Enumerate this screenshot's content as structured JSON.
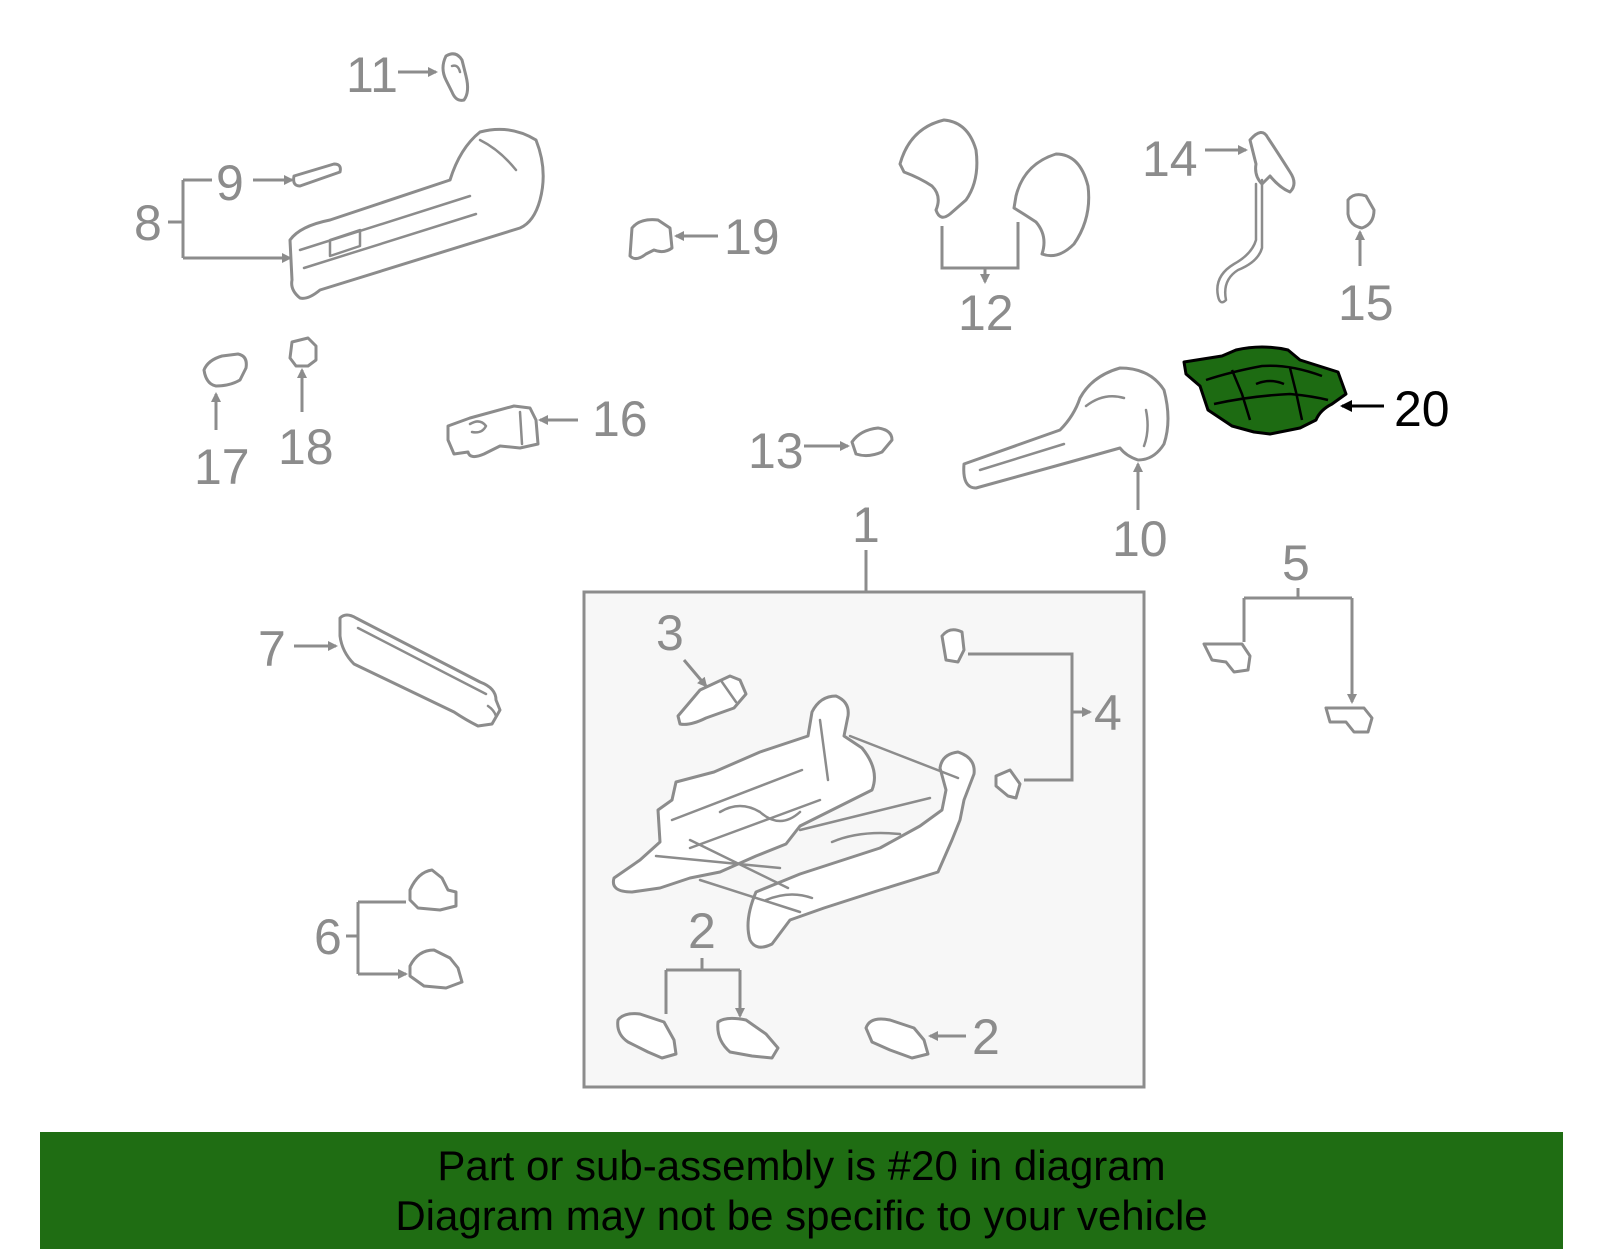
{
  "callouts": {
    "c1": "1",
    "c2a": "2",
    "c2b": "2",
    "c3": "3",
    "c4": "4",
    "c5": "5",
    "c6": "6",
    "c7": "7",
    "c8": "8",
    "c9": "9",
    "c10": "10",
    "c11": "11",
    "c12": "12",
    "c13": "13",
    "c14": "14",
    "c15": "15",
    "c16": "16",
    "c17": "17",
    "c18": "18",
    "c19": "19",
    "c20": "20"
  },
  "highlight": {
    "part_number": "20",
    "part_fill_color": "#1d6b12"
  },
  "banner": {
    "line1": "Part or sub-assembly is #20 in diagram",
    "line2": "Diagram may not be specific to your vehicle",
    "background_color": "#1f6d13"
  }
}
